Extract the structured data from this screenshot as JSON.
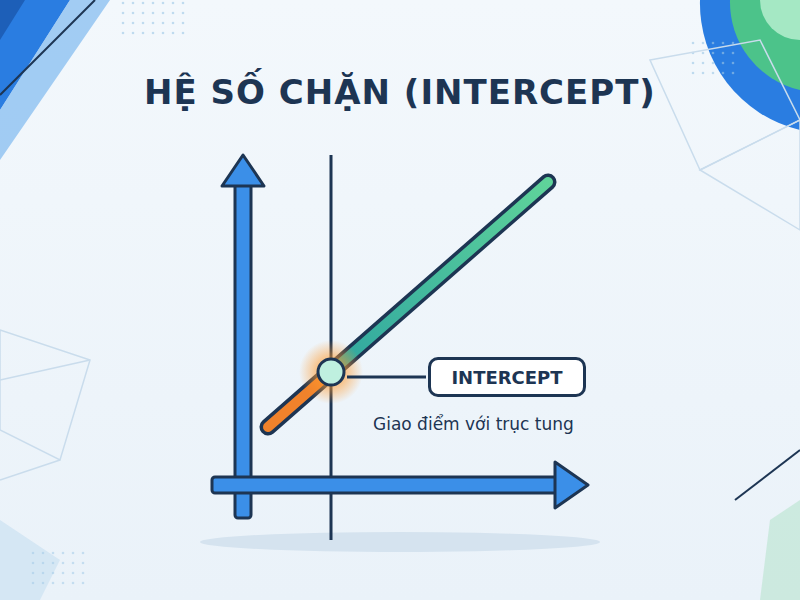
{
  "diagram": {
    "title": "HỆ SỐ CHẶN (INTERCEPT)",
    "nodes": [
      {
        "text": [
          "INTERCEPT"
        ]
      }
    ],
    "labels": [
      "Giao điểm với trục tung"
    ]
  }
}
